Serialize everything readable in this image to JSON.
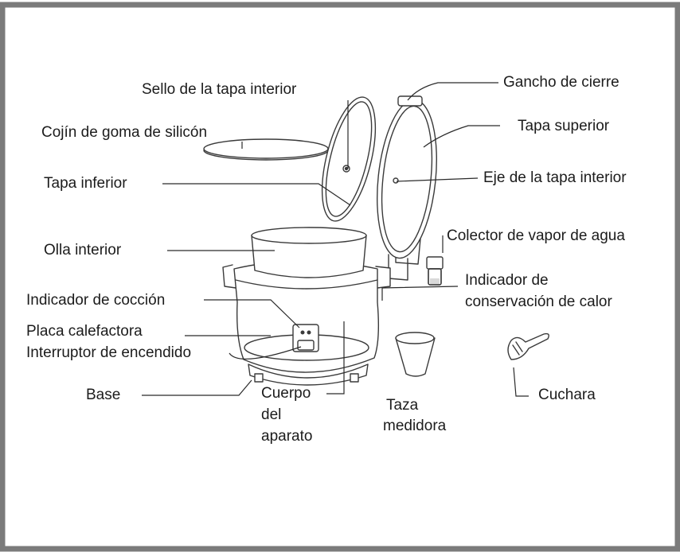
{
  "diagram": {
    "colors": {
      "frame": "#7b7b7b",
      "line": "#3a3a3a",
      "text": "#1c1c1c",
      "fill": "#ffffff",
      "shade": "#d9d9d9"
    },
    "labels": {
      "sello_tapa_interior": "Sello de la tapa interior",
      "gancho_cierre": "Gancho de cierre",
      "cojin_goma": "Cojín de goma de silicón",
      "tapa_superior": "Tapa superior",
      "tapa_inferior": "Tapa inferior",
      "eje_tapa_interior": "Eje de la tapa interior",
      "colector_vapor": "Colector de vapor de agua",
      "olla_interior": "Olla interior",
      "indicador_de": "Indicador de",
      "conservacion_calor": "conservación de calor",
      "indicador_coccion": "Indicador de cocción",
      "placa_calefactora": "Placa calefactora",
      "interruptor": "Interruptor de encendido",
      "base": "Base",
      "cuerpo_1": "Cuerpo",
      "cuerpo_2": "del",
      "cuerpo_3": "aparato",
      "taza_1": "Taza",
      "taza_2": "medidora",
      "cuchara": "Cuchara"
    }
  }
}
